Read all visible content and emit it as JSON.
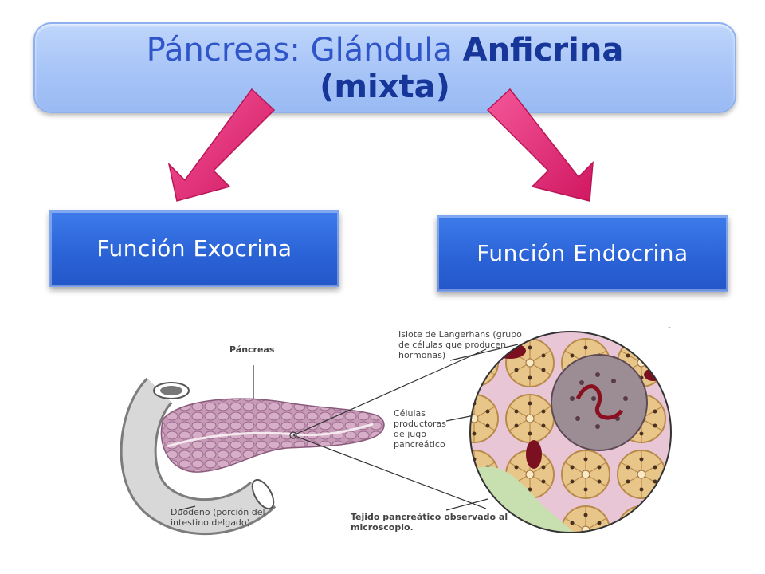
{
  "title": {
    "line1_normal": "Páncreas: Glándula ",
    "line1_bold": "Anficrina",
    "line2_bold": "(mixta)"
  },
  "functions": {
    "exocrine": "Función  Exocrina",
    "endocrine": "Función Endocrina"
  },
  "illustration": {
    "label_pancreas": "Páncreas",
    "label_islet": "Islote de Langerhans (grupo de células que producen hormonas)",
    "label_cells": "Células productoras de jugo pancreático",
    "label_duodenum": "Duodeno (porción del intestino delgado)",
    "label_tissue": "Tejido pancreático observado al microscopio.",
    "tick_mark": "-"
  },
  "colors": {
    "title_bg": "#a7c4f7",
    "title_text": "#2f55c8",
    "box_bg": "#2a62d6",
    "arrow": "#e8266e"
  }
}
